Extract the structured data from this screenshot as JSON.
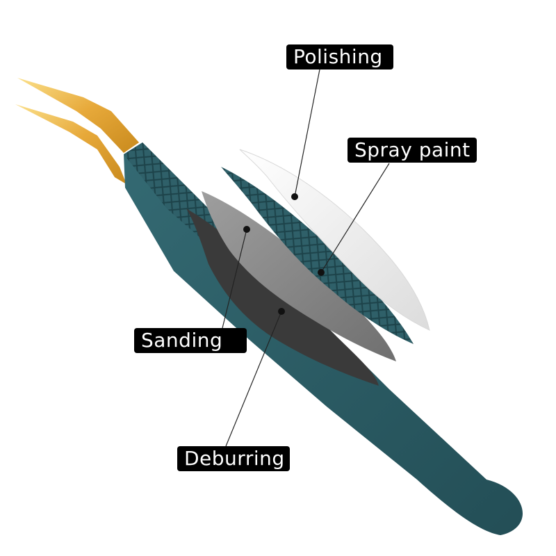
{
  "image": {
    "subject": "eyelash extension tweezers with curved gold tips and teal diamond-textured handle, exploded view of coating layers",
    "colors": {
      "handle": "#2b5a63",
      "handle_dark": "#1f464d",
      "gold_light": "#f6c55a",
      "gold_dark": "#c98a1d",
      "polishing_layer": "#efefef",
      "sanding_layer": "#8a8a8a",
      "deburring_layer": "#3f3f3f",
      "label_bg": "#000000",
      "label_text": "#ffffff"
    }
  },
  "labels": {
    "polishing": "Polishing",
    "spray_paint": "Spray paint",
    "sanding": "Sanding",
    "deburring": "Deburring"
  }
}
